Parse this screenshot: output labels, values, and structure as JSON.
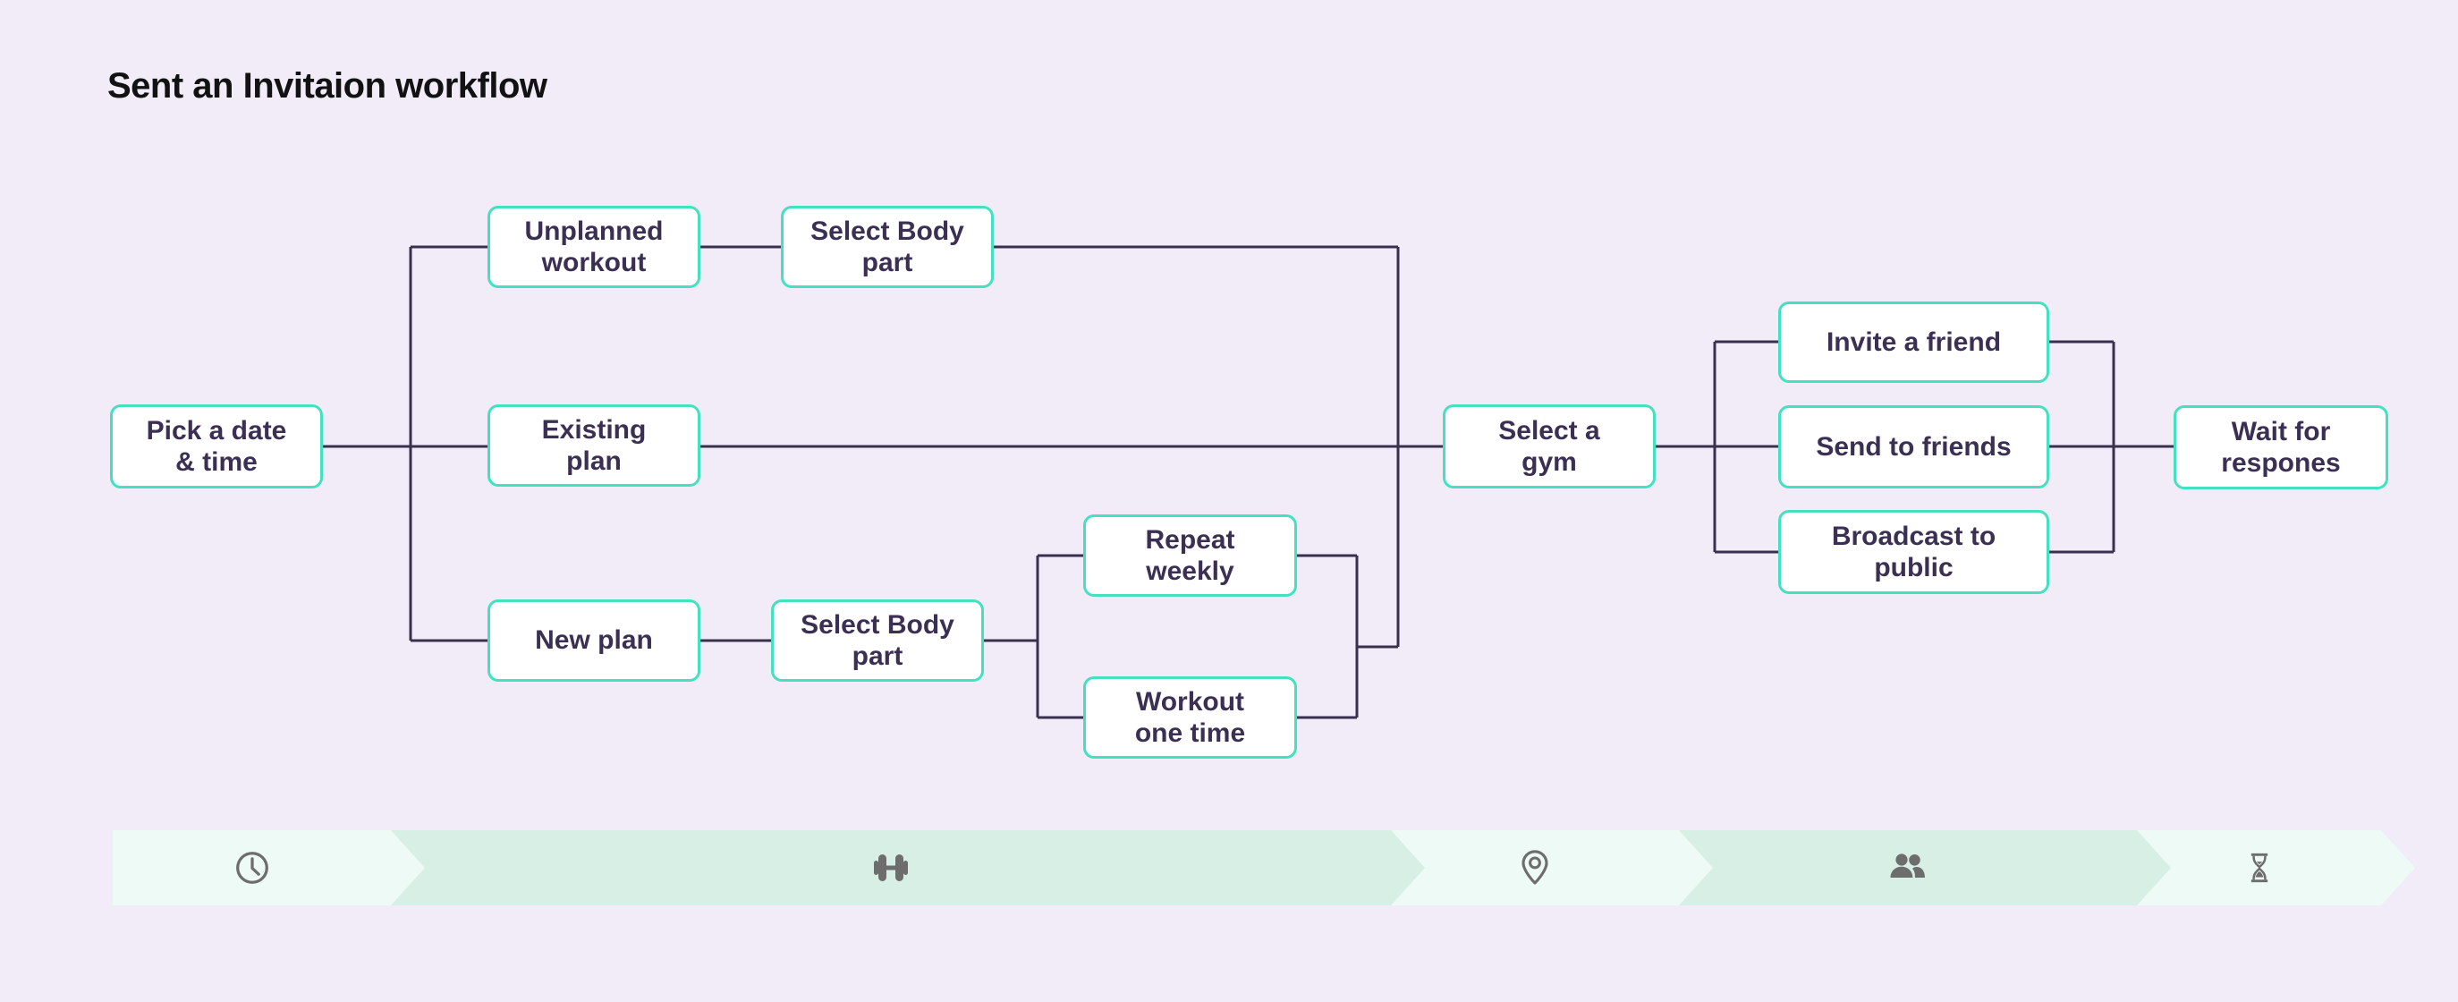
{
  "page": {
    "background_color": "#f2ecf9",
    "title": "Sent an Invitaion workflow"
  },
  "diagram": {
    "style": {
      "node_fill": "#ffffff",
      "node_border_color": "#43e1c0",
      "node_text_color": "#3b3054",
      "connector_color": "#393050"
    },
    "nodes": [
      {
        "id": "pick-date-time",
        "label": "Pick a date\n& time"
      },
      {
        "id": "unplanned-workout",
        "label": "Unplanned\nworkout"
      },
      {
        "id": "select-body-part-1",
        "label": "Select Body\npart"
      },
      {
        "id": "existing-plan",
        "label": "Existing\nplan"
      },
      {
        "id": "new-plan",
        "label": "New plan"
      },
      {
        "id": "select-body-part-2",
        "label": "Select Body\npart"
      },
      {
        "id": "repeat-weekly",
        "label": "Repeat\nweekly"
      },
      {
        "id": "workout-one-time",
        "label": "Workout\none time"
      },
      {
        "id": "select-gym",
        "label": "Select a\ngym"
      },
      {
        "id": "invite-a-friend",
        "label": "Invite a friend"
      },
      {
        "id": "send-to-friends",
        "label": "Send to friends"
      },
      {
        "id": "broadcast-to-public",
        "label": "Broadcast to\npublic"
      },
      {
        "id": "wait-for-responses",
        "label": "Wait for\nrespones"
      }
    ],
    "edges": [
      {
        "from": "pick-date-time",
        "to": "unplanned-workout"
      },
      {
        "from": "pick-date-time",
        "to": "existing-plan"
      },
      {
        "from": "pick-date-time",
        "to": "new-plan"
      },
      {
        "from": "unplanned-workout",
        "to": "select-body-part-1"
      },
      {
        "from": "select-body-part-1",
        "to": "select-gym"
      },
      {
        "from": "existing-plan",
        "to": "select-gym"
      },
      {
        "from": "new-plan",
        "to": "select-body-part-2"
      },
      {
        "from": "select-body-part-2",
        "to": "repeat-weekly"
      },
      {
        "from": "select-body-part-2",
        "to": "workout-one-time"
      },
      {
        "from": "repeat-weekly",
        "to": "select-gym"
      },
      {
        "from": "workout-one-time",
        "to": "select-gym"
      },
      {
        "from": "select-gym",
        "to": "invite-a-friend"
      },
      {
        "from": "select-gym",
        "to": "send-to-friends"
      },
      {
        "from": "select-gym",
        "to": "broadcast-to-public"
      },
      {
        "from": "invite-a-friend",
        "to": "wait-for-responses"
      },
      {
        "from": "send-to-friends",
        "to": "wait-for-responses"
      },
      {
        "from": "broadcast-to-public",
        "to": "wait-for-responses"
      }
    ]
  },
  "progress_bar": {
    "colors": {
      "light_segment": "#edfaf6",
      "dark_segment": "#d8efe5",
      "icon": "#6d6d6d"
    },
    "steps": [
      {
        "icon": "clock-icon",
        "shade": "light"
      },
      {
        "icon": "dumbbell-icon",
        "shade": "dark"
      },
      {
        "icon": "location-pin-icon",
        "shade": "light"
      },
      {
        "icon": "people-icon",
        "shade": "dark"
      },
      {
        "icon": "hourglass-icon",
        "shade": "light"
      }
    ]
  }
}
